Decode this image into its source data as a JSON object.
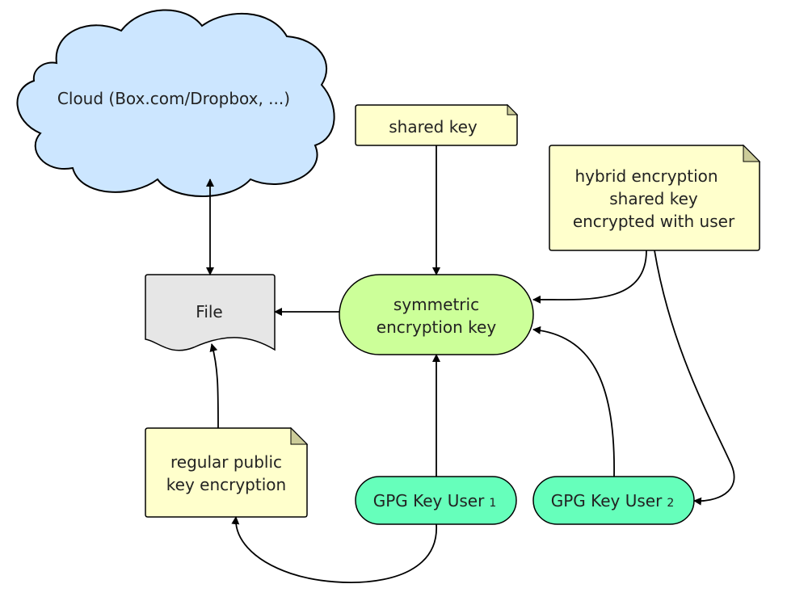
{
  "nodes": {
    "cloud": {
      "label": "Cloud (Box.com/Dropbox, ...)",
      "fill": "#cce6ff"
    },
    "shared_key": {
      "label": "shared key",
      "fill": "#ffffcc"
    },
    "hybrid": {
      "lines": [
        "hybrid encryption",
        "shared key",
        "encrypted with user"
      ],
      "fill": "#ffffcc"
    },
    "file": {
      "label": "File",
      "fill": "#e6e6e6"
    },
    "symmetric": {
      "lines": [
        "symmetric",
        "encryption key"
      ],
      "fill": "#ccff99"
    },
    "regular": {
      "lines": [
        "regular public",
        "key encryption"
      ],
      "fill": "#ffffcc"
    },
    "user1": {
      "label": "GPG Key User",
      "subscript": "1",
      "fill": "#66ffbb"
    },
    "user2": {
      "label": "GPG Key User",
      "subscript": "2",
      "fill": "#66ffbb"
    }
  },
  "colors": {
    "stroke": "#000000",
    "note_fold": "#cccc99",
    "text": "#222222"
  }
}
